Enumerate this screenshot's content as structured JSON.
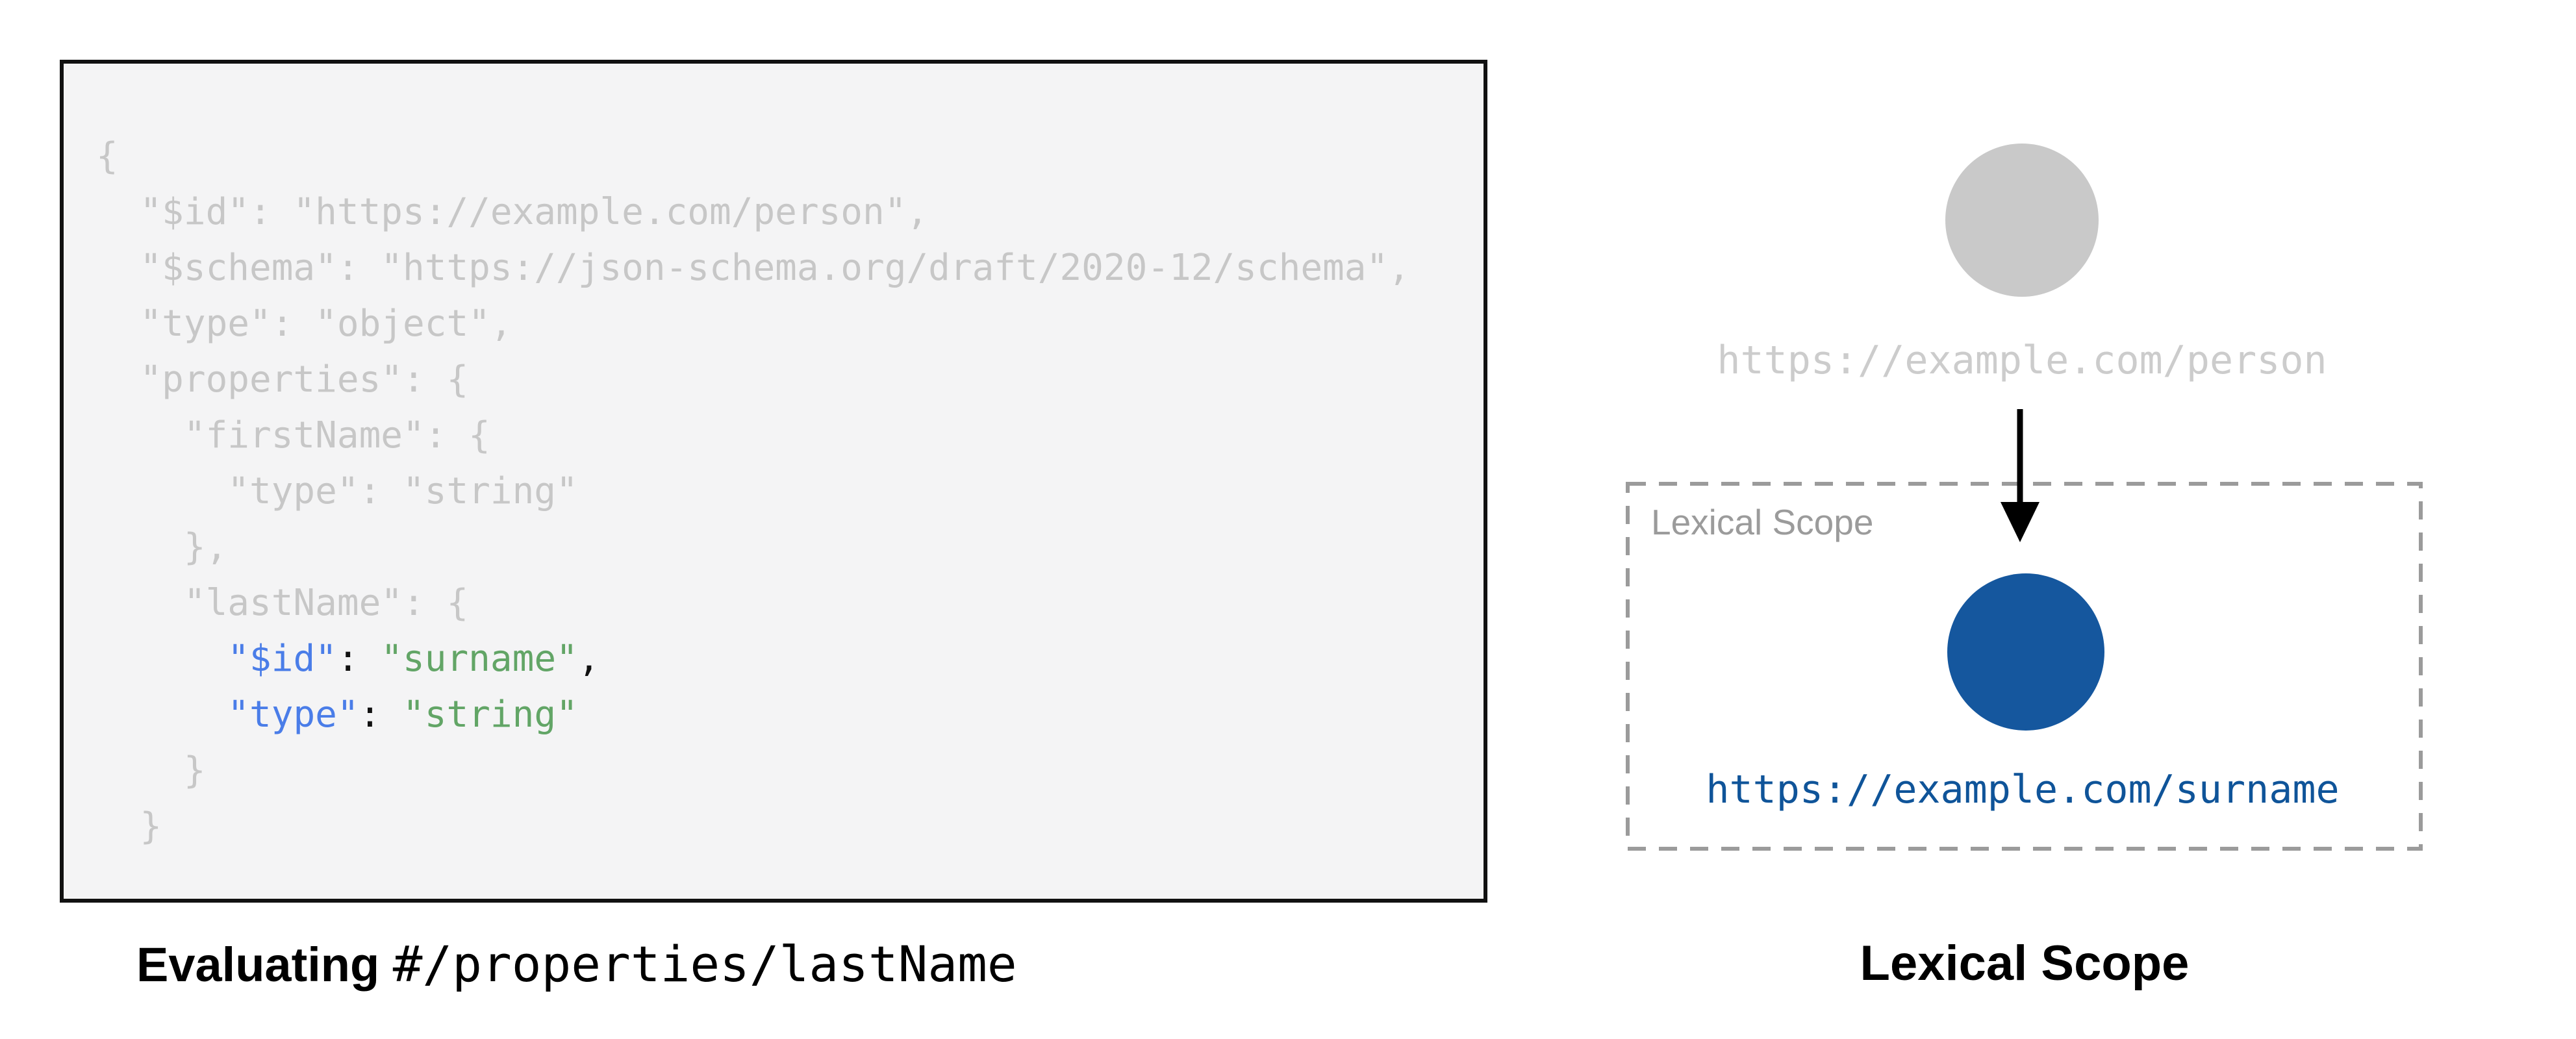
{
  "colors": {
    "code_bg": "#f4f4f5",
    "code_border": "#111111",
    "muted": "#c7c7c7",
    "key_blue": "#4a7de8",
    "value_green": "#62a566",
    "punct": "#111111",
    "node_gray": "#c9c9c9",
    "url_gray": "#cccccc",
    "scope_gray": "#9b9b9b",
    "node_blue": "#15579e",
    "url_blue": "#0f5499",
    "arrow": "#000000",
    "caption": "#000000"
  },
  "code_panel": {
    "language": "json",
    "lines": [
      {
        "segments": [
          {
            "text": "{",
            "style": "muted"
          }
        ]
      },
      {
        "segments": [
          {
            "text": "  \"$id\": \"https://example.com/person\",",
            "style": "muted"
          }
        ]
      },
      {
        "segments": [
          {
            "text": "  \"$schema\": \"https://json-schema.org/draft/2020-12/schema\",",
            "style": "muted"
          }
        ]
      },
      {
        "segments": [
          {
            "text": "  \"type\": \"object\",",
            "style": "muted"
          }
        ]
      },
      {
        "segments": [
          {
            "text": "  \"properties\": {",
            "style": "muted"
          }
        ]
      },
      {
        "segments": [
          {
            "text": "    \"firstName\": {",
            "style": "muted"
          }
        ]
      },
      {
        "segments": [
          {
            "text": "      \"type\": \"string\"",
            "style": "muted"
          }
        ]
      },
      {
        "segments": [
          {
            "text": "    },",
            "style": "muted"
          }
        ]
      },
      {
        "segments": [
          {
            "text": "    \"lastName\": {",
            "style": "muted"
          }
        ]
      },
      {
        "segments": [
          {
            "text": "      ",
            "style": "muted"
          },
          {
            "text": "\"$id\"",
            "style": "blue"
          },
          {
            "text": ": ",
            "style": "dark"
          },
          {
            "text": "\"surname\"",
            "style": "green"
          },
          {
            "text": ",",
            "style": "dark"
          }
        ]
      },
      {
        "segments": [
          {
            "text": "      ",
            "style": "muted"
          },
          {
            "text": "\"type\"",
            "style": "blue"
          },
          {
            "text": ": ",
            "style": "dark"
          },
          {
            "text": "\"string\"",
            "style": "green"
          }
        ]
      },
      {
        "segments": [
          {
            "text": "    }",
            "style": "muted"
          }
        ]
      },
      {
        "segments": [
          {
            "text": "  }",
            "style": "muted"
          }
        ]
      },
      {
        "segments": [
          {
            "text": "}",
            "style": "muted"
          }
        ]
      }
    ],
    "caption_bold": "Evaluating",
    "caption_path": "#/properties/lastName"
  },
  "diagram": {
    "parent_node": {
      "uri": "https://example.com/person"
    },
    "arrow_icon": "down-arrow",
    "scope_box": {
      "label": "Lexical Scope"
    },
    "child_node": {
      "uri": "https://example.com/surname"
    },
    "caption": "Lexical Scope"
  }
}
